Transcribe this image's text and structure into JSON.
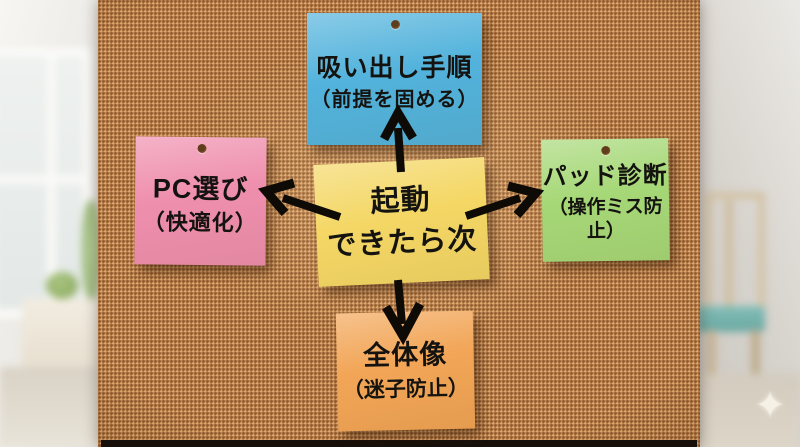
{
  "diagram": {
    "arrow_color": "#0e0b07",
    "board_color": "#c1854e"
  },
  "notes": {
    "center": {
      "line1": "起動",
      "line2": "できたら次",
      "color": "#f4d765"
    },
    "top": {
      "title": "吸い出し手順",
      "subtitle": "（前提を固める）",
      "color": "#53b3dc"
    },
    "left": {
      "title": "PC選び",
      "subtitle": "（快適化）",
      "color": "#ef8fae"
    },
    "right": {
      "title": "パッド診断",
      "subtitle": "（操作ミス防止）",
      "color": "#a6d877"
    },
    "bottom": {
      "title": "全体像",
      "subtitle": "（迷子防止）",
      "color": "#f2a556"
    }
  },
  "decor": {
    "sparkle_glyph": "✦"
  }
}
